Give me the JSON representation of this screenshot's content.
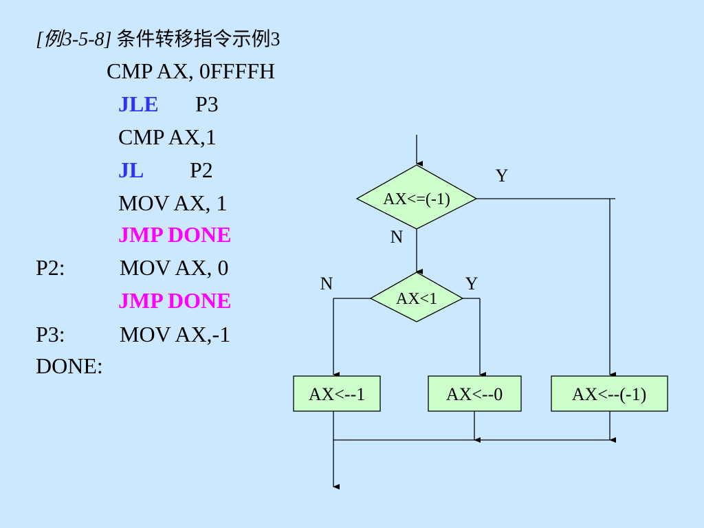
{
  "title": {
    "example": "[例3-5-8]",
    "text": " 条件转移指令示例3"
  },
  "code": [
    {
      "label": "",
      "op": "CMP  AX, 0FFFFH",
      "op_color": "",
      "arg": ""
    },
    {
      "label": "",
      "op": "JLE",
      "op_color": "blue",
      "arg": "P3"
    },
    {
      "label": "",
      "op": "CMP  AX,1",
      "op_color": "",
      "arg": ""
    },
    {
      "label": "",
      "op": "JL",
      "op_color": "blue",
      "arg": "P2"
    },
    {
      "label": "",
      "op": "MOV  AX, 1",
      "op_color": "",
      "arg": ""
    },
    {
      "label": "",
      "op": "JMP   DONE",
      "op_color": "pink",
      "arg": ""
    },
    {
      "label": "P2:",
      "op": "MOV AX, 0",
      "op_color": "",
      "arg": ""
    },
    {
      "label": "",
      "op": "JMP   DONE",
      "op_color": "pink",
      "arg": ""
    },
    {
      "label": "P3:",
      "op": "MOV AX,-1",
      "op_color": "",
      "arg": ""
    },
    {
      "label": "DONE:",
      "op": "",
      "op_color": "",
      "arg": ""
    }
  ],
  "flowchart": {
    "decision1": "AX<=(-1)",
    "decision1_yes": "Y",
    "decision1_no": "N",
    "decision2": "AX<1",
    "decision2_no": "N",
    "decision2_yes": "Y",
    "box1": "AX<--1",
    "box2": "AX<--0",
    "box3": "AX<--(-1)"
  },
  "colors": {
    "background": "#cce8ff",
    "keyword_blue": "#3333ee",
    "keyword_pink": "#ff00ff",
    "shape_fill": "#ccffcc"
  }
}
